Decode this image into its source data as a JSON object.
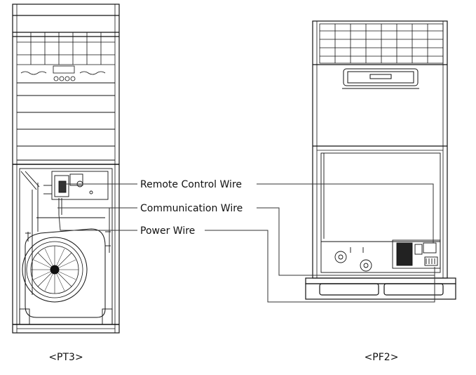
{
  "labels": {
    "remote_control_wire": "Remote Control Wire",
    "communication_wire": "Communication Wire",
    "power_wire": "Power Wire"
  },
  "units": {
    "left": "<PT3>",
    "right": "<PF2>"
  }
}
